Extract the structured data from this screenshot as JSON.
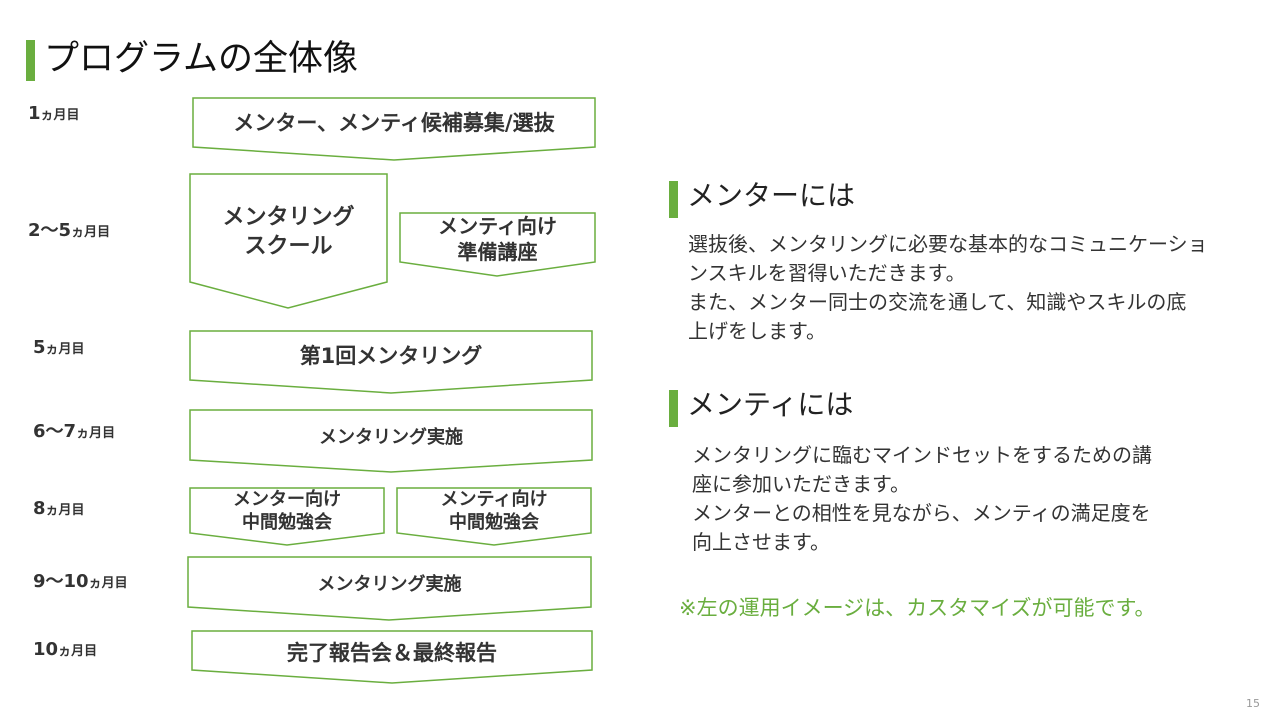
{
  "title": "プログラムの全体像",
  "accent_color": "#6aae3f",
  "rows": [
    {
      "num": "1",
      "unit": "ヵ月目"
    },
    {
      "num": "2〜5",
      "unit": "ヵ月目"
    },
    {
      "num": "5",
      "unit": "ヵ月目"
    },
    {
      "num": "6〜7",
      "unit": "ヵ月目"
    },
    {
      "num": "8",
      "unit": "ヵ月目"
    },
    {
      "num": "9〜10",
      "unit": "ヵ月目"
    },
    {
      "num": "10",
      "unit": "ヵ月目"
    }
  ],
  "steps": {
    "recruit": "メンター、メンティ候補募集/選抜",
    "school_line1": "メンタリング",
    "school_line2": "スクール",
    "mentee_prep_line1": "メンティ向け",
    "mentee_prep_line2": "準備講座",
    "first_mentoring": "第1回メンタリング",
    "mentoring_1": "メンタリング実施",
    "mentor_mid_line1": "メンター向け",
    "mentor_mid_line2": "中間勉強会",
    "mentee_mid_line1": "メンティ向け",
    "mentee_mid_line2": "中間勉強会",
    "mentoring_2": "メンタリング実施",
    "final": "完了報告会＆最終報告"
  },
  "mentor_section": {
    "title": "メンターには",
    "lines": [
      "選抜後、メンタリングに必要な基本的なコミュニケーショ",
      "ンスキルを習得いただきます。",
      "また、メンター同士の交流を通して、知識やスキルの底",
      "上げをします。"
    ]
  },
  "mentee_section": {
    "title": "メンティには",
    "lines": [
      "メンタリングに臨むマインドセットをするための講",
      "座に参加いただきます。",
      "メンターとの相性を見ながら、メンティの満足度を",
      "向上させます。"
    ]
  },
  "note": "※左の運用イメージは、カスタマイズが可能です。",
  "page_number": "15"
}
